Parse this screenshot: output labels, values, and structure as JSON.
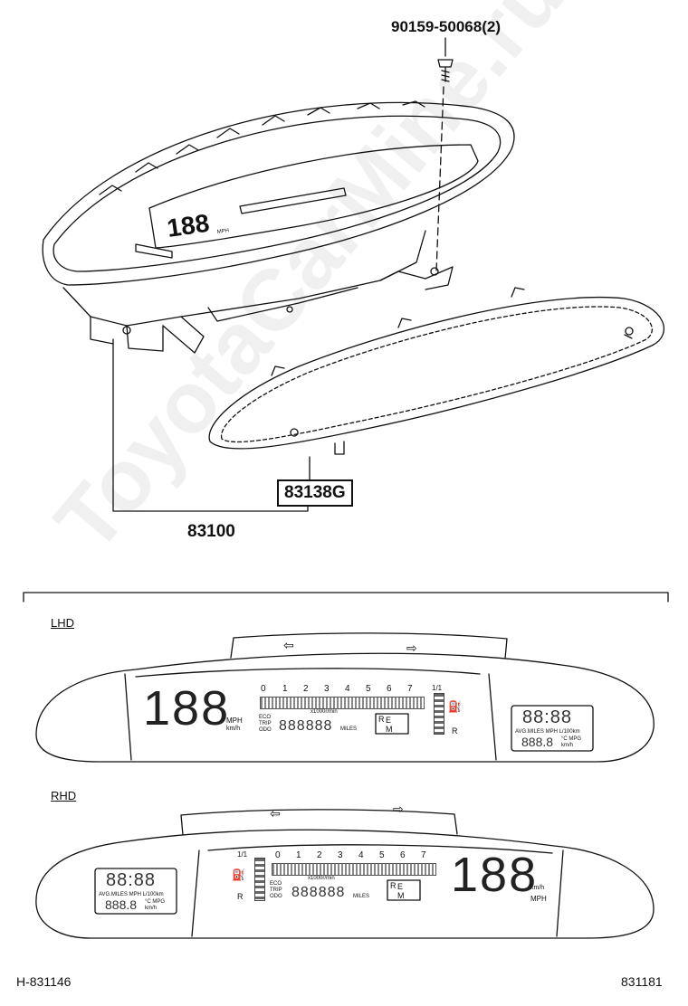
{
  "callouts": {
    "bolt": "90159-50068(2)",
    "lens": "83138G",
    "cluster": "83100"
  },
  "lhd": {
    "title": "LHD",
    "speed_digits": "188",
    "speed_units": [
      "MPH",
      "km/h"
    ],
    "tach_numbers": [
      "0",
      "1",
      "2",
      "3",
      "4",
      "5",
      "6",
      "7"
    ],
    "tach_unit": "x1000r/min",
    "fuel_scale": [
      "1/1",
      "R"
    ],
    "odo_labels": [
      "ECO",
      "TRIP",
      "ODO"
    ],
    "odo_digits": "888888",
    "odo_unit": "MILES",
    "shift_letters": [
      "R",
      "E",
      "M"
    ],
    "clock_digits": "88:88",
    "info_labels": "AVG.MILES MPH L/100km",
    "info_digits": "888.8",
    "info_units": [
      "°C MPG",
      "km/h"
    ]
  },
  "rhd": {
    "title": "RHD",
    "speed_digits": "188",
    "speed_units": [
      "km/h",
      "MPH"
    ],
    "tach_numbers": [
      "0",
      "1",
      "2",
      "3",
      "4",
      "5",
      "6",
      "7"
    ],
    "tach_unit": "x1000r/min",
    "fuel_scale": [
      "1/1",
      "R"
    ],
    "odo_labels": [
      "ECO",
      "TRIP",
      "ODO"
    ],
    "odo_digits": "888888",
    "odo_unit": "MILES",
    "shift_letters": [
      "R",
      "E",
      "M"
    ],
    "clock_digits": "88:88",
    "info_labels": "AVG.MILES MPH L/100km",
    "info_digits": "888.8",
    "info_units": [
      "°C MPG",
      "km/h"
    ]
  },
  "footer": {
    "left_code": "H-831146",
    "right_code": "831181"
  },
  "watermark": "ToyotaCarMine.ru"
}
